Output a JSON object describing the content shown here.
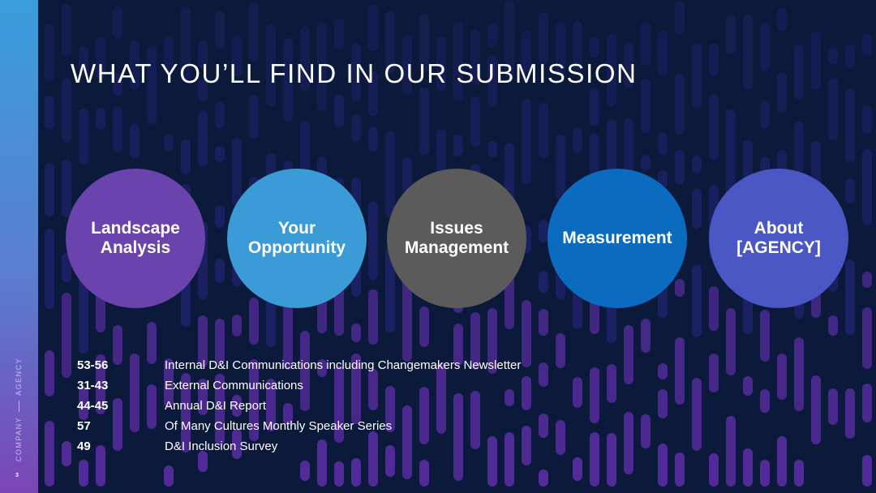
{
  "title": "WHAT YOU’LL FIND IN OUR SUBMISSION",
  "sidebar": {
    "company": "COMPANY",
    "agency": "AGENCY",
    "page_number": "3"
  },
  "circles": [
    {
      "label": "Landscape Analysis",
      "color": "#6a43ac"
    },
    {
      "label": "Your Opportunity",
      "color": "#3b9bd6"
    },
    {
      "label": "Issues Management",
      "color": "#5b5b5b"
    },
    {
      "label": "Measurement",
      "color": "#0a6bbf"
    },
    {
      "label": "About [AGENCY]",
      "color": "#4a57c4"
    }
  ],
  "items": [
    {
      "pages": "53-56",
      "description": "Internal D&I Communications including Changemakers Newsletter"
    },
    {
      "pages": "31-43",
      "description": "External Communications"
    },
    {
      "pages": "44-45",
      "description": "Annual D&I Report"
    },
    {
      "pages": "57",
      "description": "Of Many Cultures Monthly Speaker Series"
    },
    {
      "pages": "49",
      "description": "D&I Inclusion Survey"
    }
  ]
}
